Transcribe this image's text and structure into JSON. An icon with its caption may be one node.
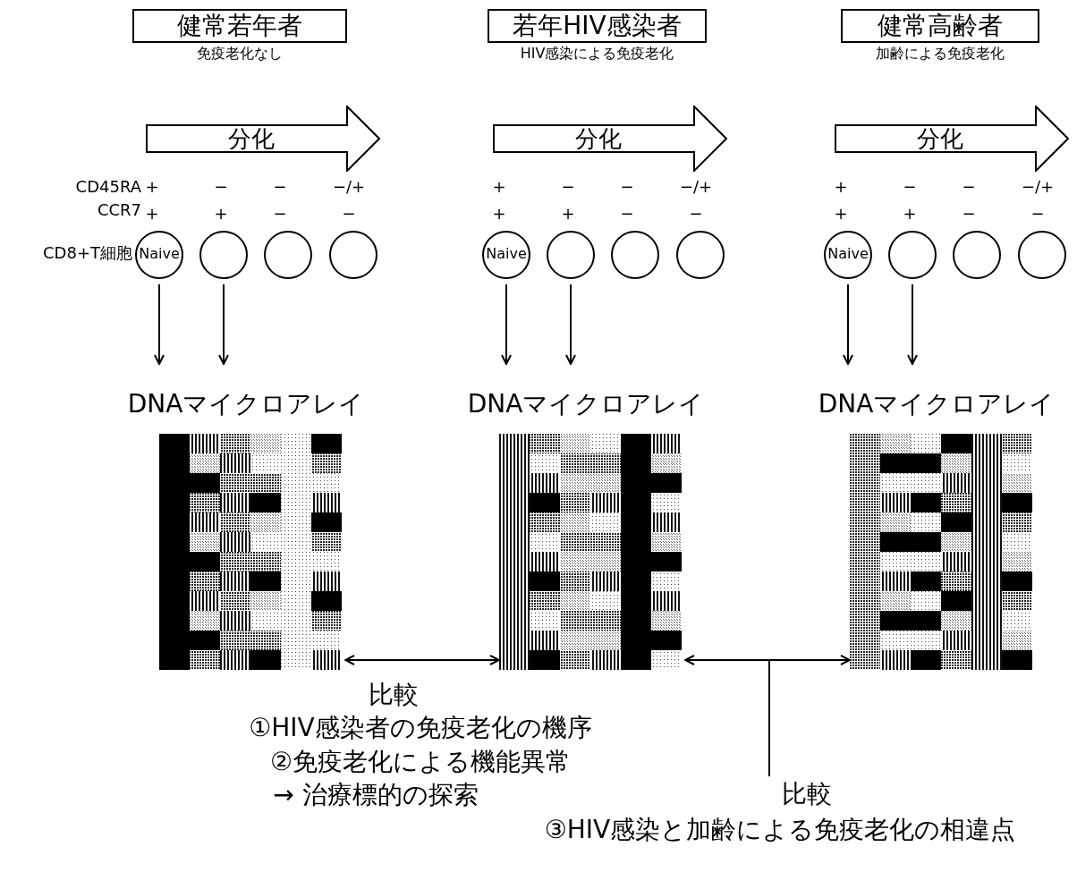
{
  "diagram": {
    "nodes": [
      {
        "text": [
          "健常若年者"
        ],
        "beside": [
          "免疫老化なし"
        ]
      },
      {
        "text": [
          "若年HIV感染者"
        ],
        "beside": [
          "HIV感染による免疫老化"
        ]
      },
      {
        "text": [
          "健常高齢者"
        ],
        "beside": [
          "加齢による免疫老化"
        ]
      },
      {
        "text": [
          "分化"
        ]
      },
      {
        "text": [
          "分化"
        ]
      },
      {
        "text": [
          "分化"
        ]
      },
      {
        "text": [
          "Naive"
        ]
      },
      {
        "text": [],
        "shape": "circle"
      },
      {
        "text": [],
        "shape": "circle"
      },
      {
        "text": [],
        "shape": "circle"
      },
      {
        "text": [
          "Naive"
        ]
      },
      {
        "text": [],
        "shape": "circle"
      },
      {
        "text": [],
        "shape": "circle"
      },
      {
        "text": [],
        "shape": "circle"
      },
      {
        "text": [
          "Naive"
        ]
      },
      {
        "text": [],
        "shape": "circle"
      },
      {
        "text": [],
        "shape": "circle"
      },
      {
        "text": [],
        "shape": "circle"
      },
      {
        "text": [
          "DNAマイクロアレイ"
        ]
      },
      {
        "text": [
          "DNAマイクロアレイ"
        ]
      },
      {
        "text": [
          "DNAマイクロアレイ"
        ]
      },
      {
        "text": [
          "比較",
          "③HIV感染と加齢による免疫老化の相違点"
        ]
      }
    ],
    "edges": [
      {
        "from": 6,
        "to": 18,
        "arrow": "to"
      },
      {
        "from": 7,
        "to": 18,
        "arrow": "to"
      },
      {
        "from": 10,
        "to": 19,
        "arrow": "to"
      },
      {
        "from": 11,
        "to": 19,
        "arrow": "to"
      },
      {
        "from": 14,
        "to": 20,
        "arrow": "to"
      },
      {
        "from": 15,
        "to": 20,
        "arrow": "to"
      },
      {
        "from": 18,
        "to": 19,
        "arrow": "both"
      },
      {
        "from": 19,
        "to": 20,
        "arrow": "both"
      },
      {
        "from": null,
        "to": 21,
        "arrow": "none"
      }
    ],
    "labels": [
      "CD45RA",
      "+",
      "−",
      "−",
      "−/+",
      "+",
      "−",
      "−",
      "−/+",
      "+",
      "−",
      "−",
      "−/+",
      "CCR7",
      "+",
      "+",
      "−",
      "−",
      "+",
      "+",
      "−",
      "−",
      "+",
      "+",
      "−",
      "−",
      "CD8+T細胞",
      "比較",
      "①HIV感染者の免疫老化の機序",
      "②免疫老化による機能異常",
      "→ 治療標的の探索"
    ]
  }
}
